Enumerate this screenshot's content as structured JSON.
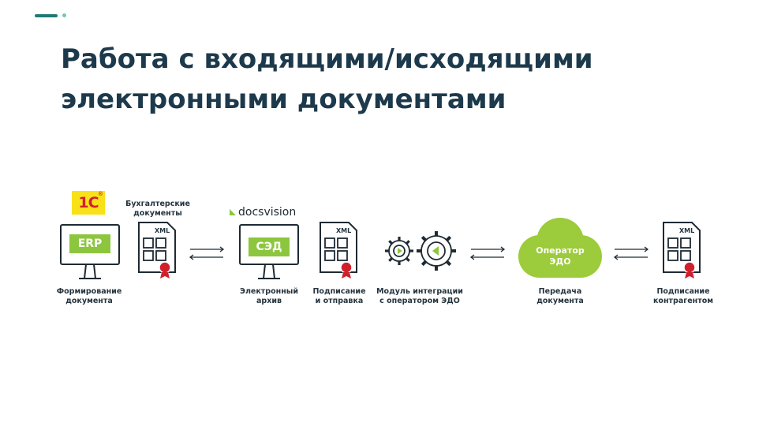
{
  "slide": {
    "title_line1": "Работа с входящими/исходящими",
    "title_line2": "электронными документами"
  },
  "diagram": {
    "logo_1c": {
      "text": "1С",
      "reg": "®"
    },
    "logo_docsvision": "docsvision",
    "accounting_docs_label": [
      "Бухгалтерские",
      "документы"
    ],
    "erp_screen": "ERP",
    "sed_screen": "СЭД",
    "xml_label": "XML",
    "cloud": [
      "Оператор",
      "ЭДО"
    ],
    "captions": {
      "formation": [
        "Формирование",
        "документа"
      ],
      "archive": [
        "Электронный",
        "архив"
      ],
      "signing_sending": [
        "Подписание",
        "и отправка"
      ],
      "integration": [
        "Модуль интеграции",
        "с оператором ЭДО"
      ],
      "transfer": [
        "Передача",
        "документа"
      ],
      "counterparty": [
        "Подписание",
        "контрагентом"
      ]
    },
    "colors": {
      "title": "#1d3a4c",
      "accent_green": "#8cc63e",
      "cloud_green": "#9ccb3b",
      "seal_red": "#d1202d",
      "line": "#1e2a33",
      "logo_yellow": "#f9e11a"
    }
  }
}
